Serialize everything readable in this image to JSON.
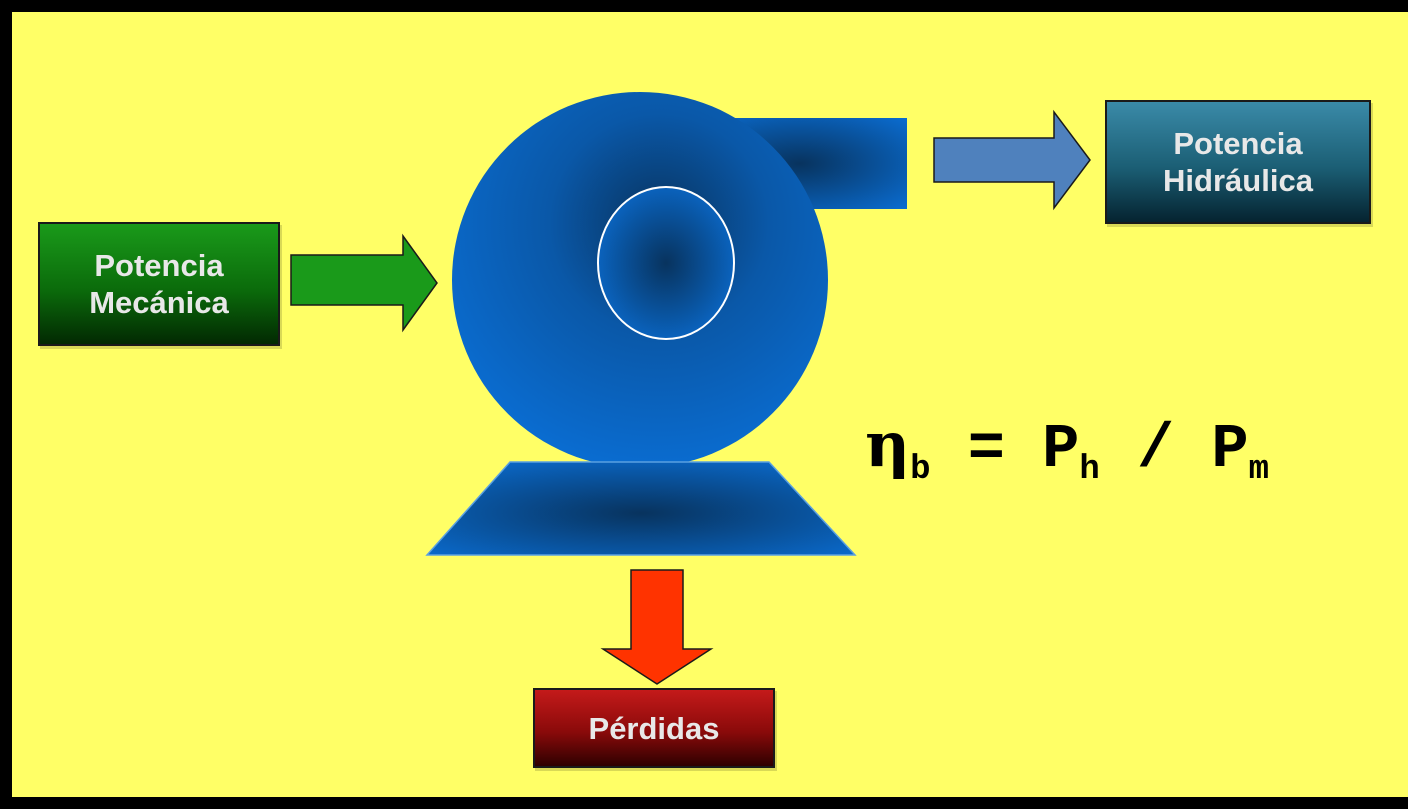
{
  "boxes": {
    "mecanica": "Potencia\nMecánica",
    "hidraulica": "Potencia\nHidráulica",
    "perdidas": "Pérdidas"
  },
  "formula": {
    "eta": "η",
    "eta_sub": "b",
    "equals": " = ",
    "ph": "P",
    "ph_sub": "h",
    "slash": " / ",
    "pm": "P",
    "pm_sub": "m"
  },
  "colors": {
    "background": "#ffff66",
    "pump": "#0a6cc4",
    "arrow_in": "#1a9a1a",
    "arrow_out": "#4f81bd",
    "arrow_loss": "#ff3300"
  },
  "icons": {
    "pump": "centrifugal-pump-icon"
  }
}
